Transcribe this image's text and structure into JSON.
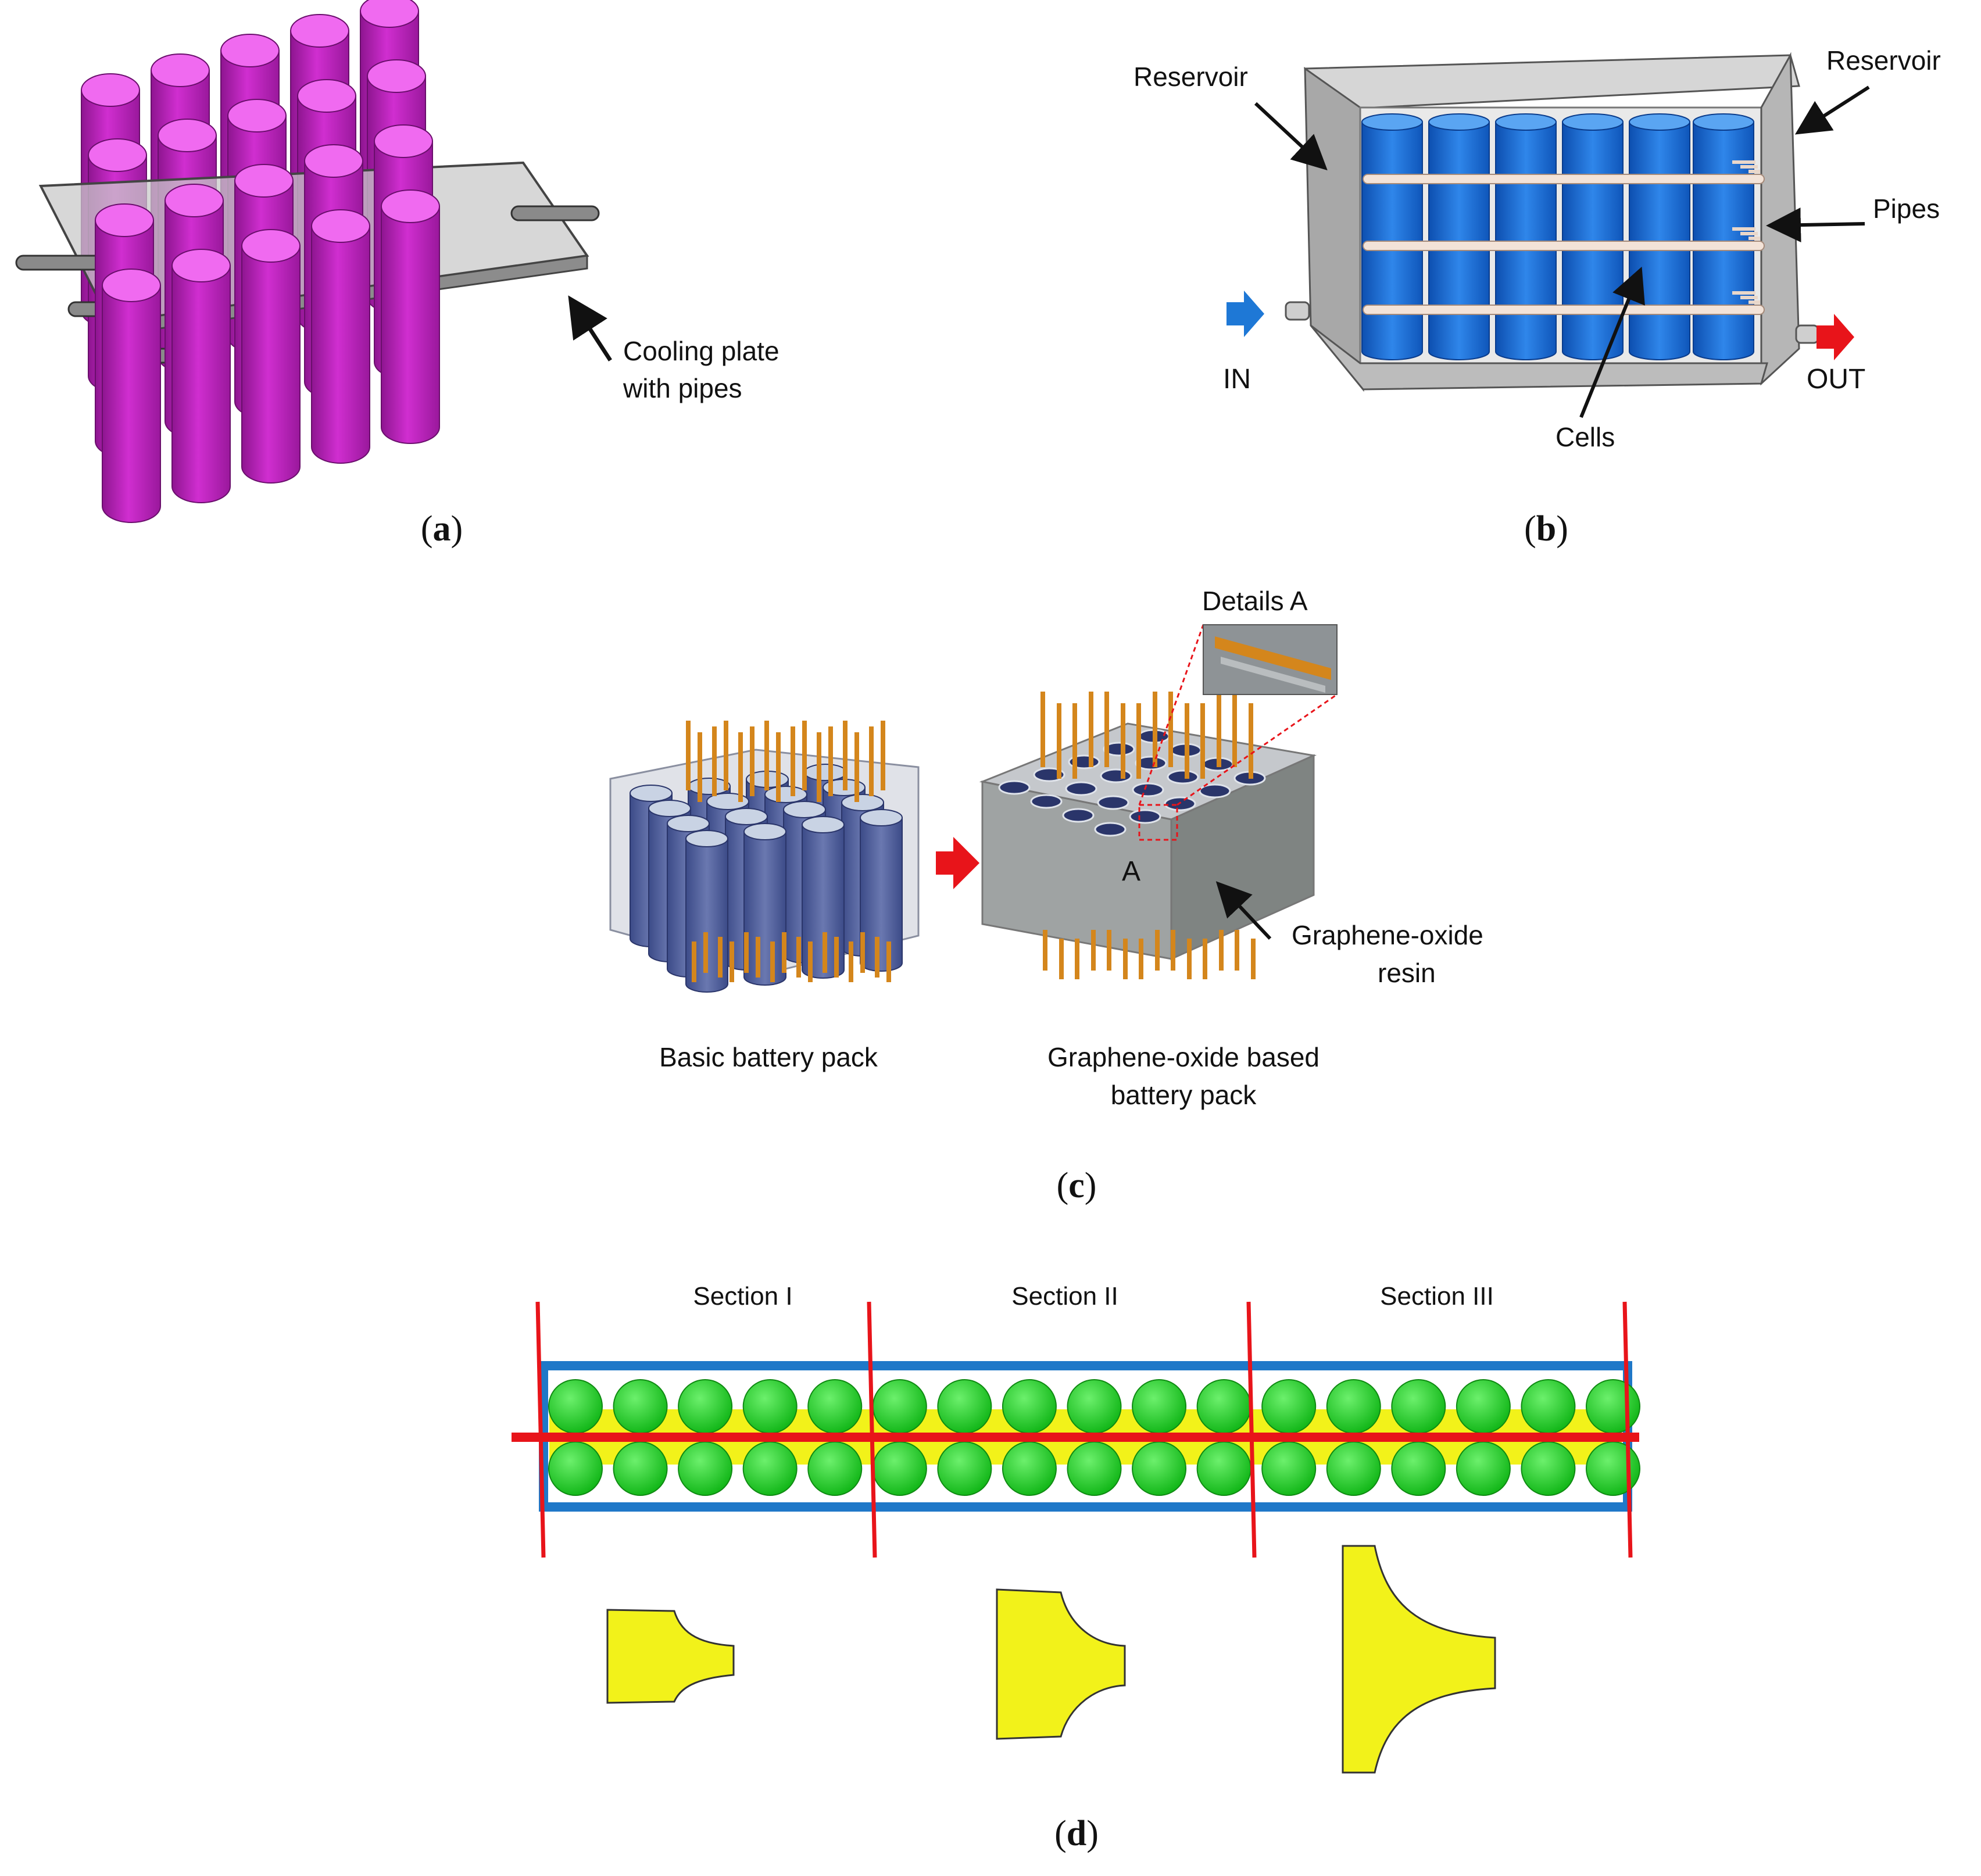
{
  "panels": {
    "a": {
      "caption_open": "(",
      "caption_letter": "a",
      "caption_close": ")",
      "label_line1": "Cooling plate",
      "label_line2": "with pipes"
    },
    "b": {
      "caption_open": "(",
      "caption_letter": "b",
      "caption_close": ")",
      "reservoir_left": "Reservoir",
      "reservoir_right": "Reservoir",
      "pipes": "Pipes",
      "cells": "Cells",
      "in": "IN",
      "out": "OUT"
    },
    "c": {
      "caption_open": "(",
      "caption_letter": "c",
      "caption_close": ")",
      "details": "Details A",
      "marker": "A",
      "resin_line1": "Graphene-oxide",
      "resin_line2": "resin",
      "basic_label": "Basic battery pack",
      "go_label_line1": "Graphene-oxide based",
      "go_label_line2": "battery pack"
    },
    "d": {
      "caption_open": "(",
      "caption_letter": "d",
      "caption_close": ")",
      "sections": [
        "Section I",
        "Section II",
        "Section III"
      ]
    }
  },
  "colors": {
    "magenta_cell": "#c21fc0",
    "magenta_top": "#f06af0",
    "blue_cell": "#1e6fd6",
    "gray_box": "#b9b9b9",
    "orange_pin": "#d4861c",
    "green_cell": "#27d12b",
    "yellow_fin": "#f2f21a",
    "red_line": "#e8141a",
    "blue_line": "#1f78c8"
  }
}
